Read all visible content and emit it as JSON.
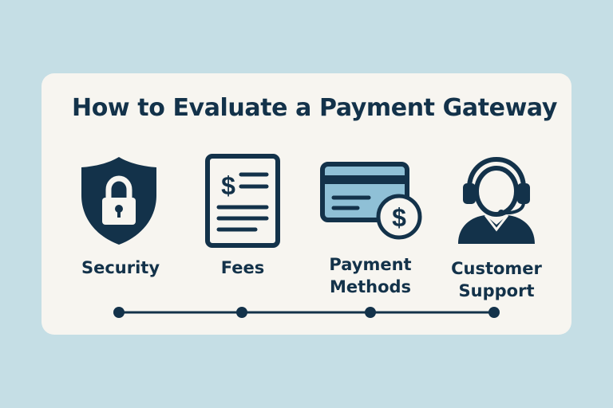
{
  "title": "How to Evaluate a Payment Gateway",
  "colors": {
    "background": "#c5dee5",
    "card": "#f7f5f0",
    "ink": "#13324a",
    "accent": "#8fc0d6"
  },
  "steps": [
    {
      "label": [
        "Security"
      ],
      "icon": "shield-lock-icon"
    },
    {
      "label": [
        "Fees"
      ],
      "icon": "fee-document-icon"
    },
    {
      "label": [
        "Payment",
        "Methods"
      ],
      "icon": "credit-card-dollar-icon"
    },
    {
      "label": [
        "Customer",
        "Support"
      ],
      "icon": "headset-agent-icon"
    }
  ]
}
